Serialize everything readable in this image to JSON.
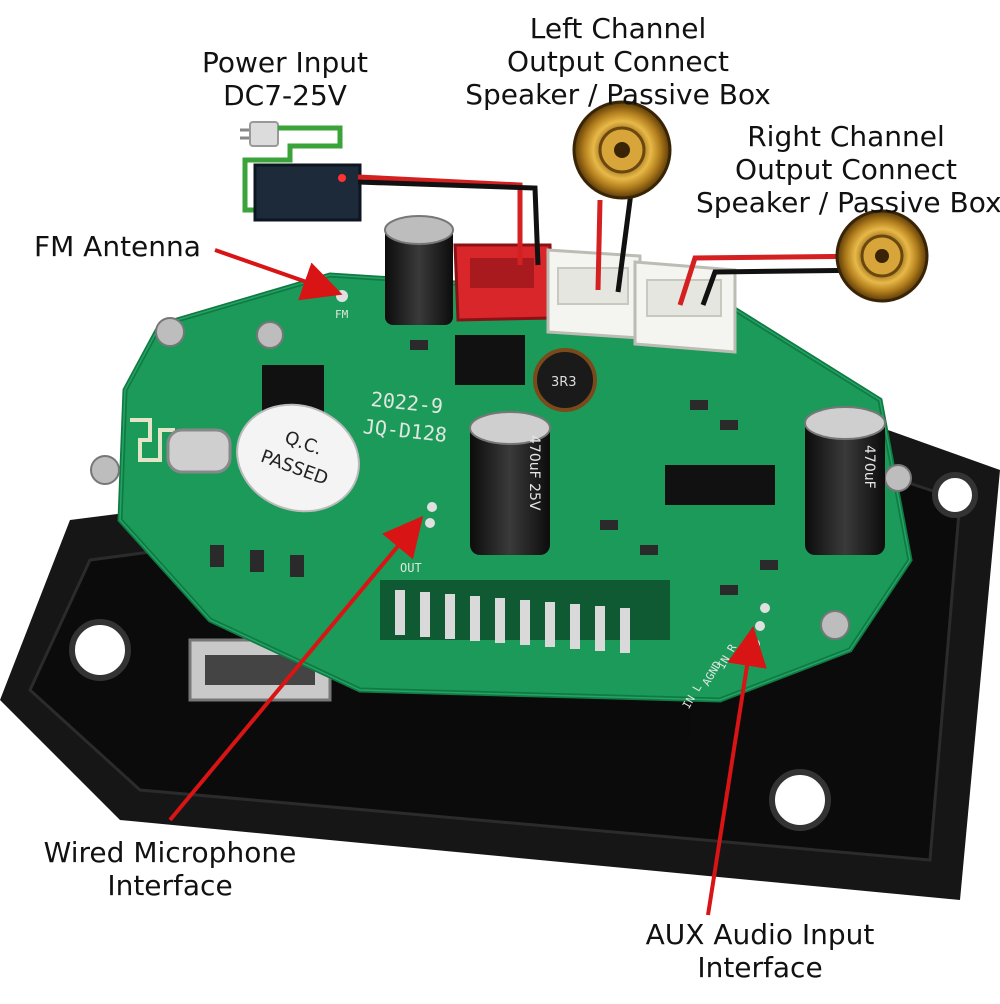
{
  "labels": {
    "power": {
      "line1": "Power Input",
      "line2": "DC7-25V"
    },
    "left_channel": {
      "line1": "Left Channel",
      "line2": "Output Connect",
      "line3": "Speaker / Passive Box"
    },
    "right_channel": {
      "line1": "Right Channel",
      "line2": "Output Connect",
      "line3": "Speaker / Passive Box"
    },
    "fm_antenna": {
      "line1": "FM Antenna"
    },
    "microphone": {
      "line1": "Wired Microphone",
      "line2": "Interface"
    },
    "aux": {
      "line1": "AUX Audio Input",
      "line2": "Interface"
    }
  },
  "board_text": {
    "qc_line1": "Q.C.",
    "qc_line2": "PASSED",
    "date": "2022-9",
    "model": "JQ-D128",
    "fm_pad": "FM",
    "out": "OUT",
    "inductor": "3R3",
    "cap_left": "470uF 25V",
    "cap_right": "470uF",
    "pin_l": "IN L",
    "pin_gnd": "AGND",
    "pin_r": "IN R"
  },
  "colors": {
    "pcb": "#1b9a5a",
    "pcb_dark": "#117a44",
    "frame": "#161616",
    "arrow": "#d81414",
    "wire_red": "#d42020",
    "wire_black": "#111111",
    "connector_red": "#d8262a",
    "connector_white": "#f4f4f0",
    "speaker_gold": "#c9962a"
  }
}
